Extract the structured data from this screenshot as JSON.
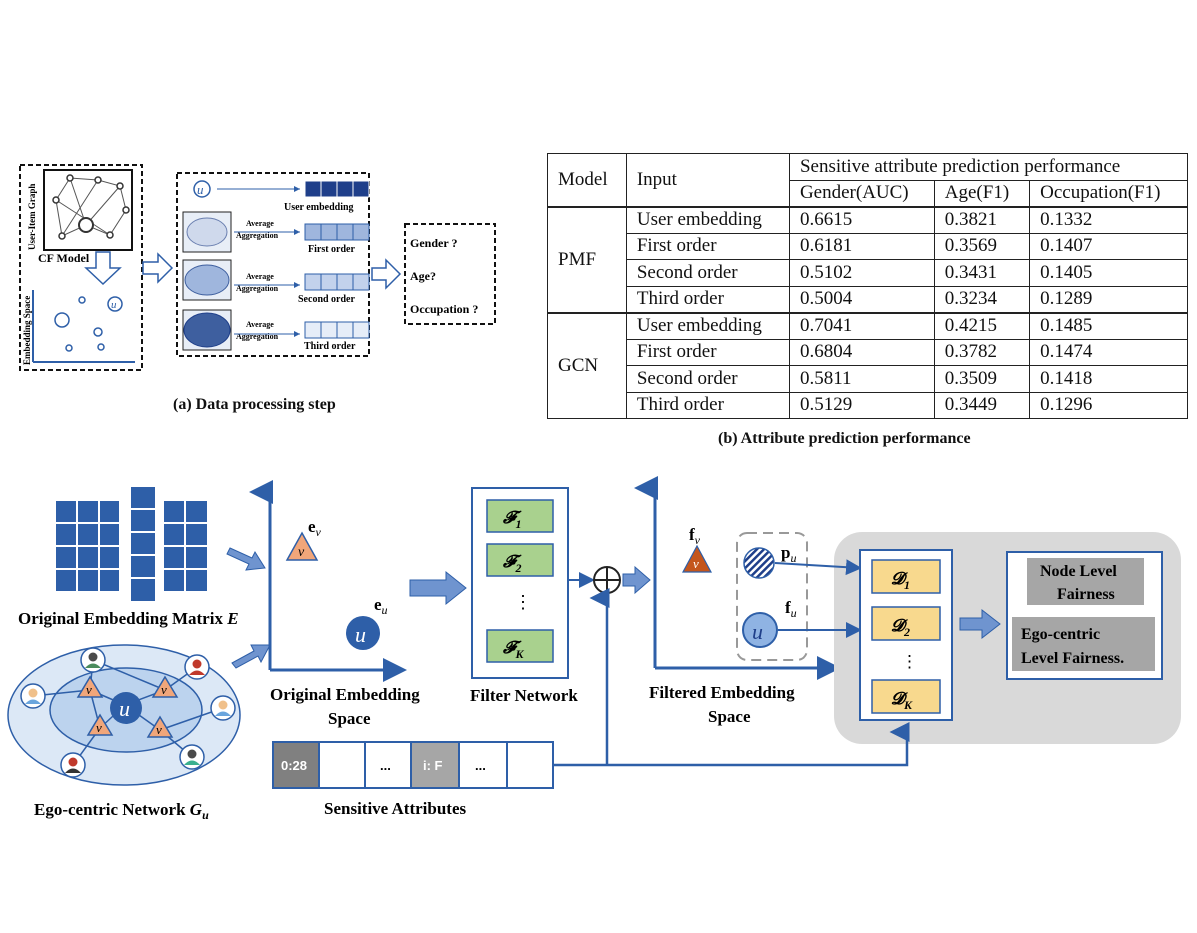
{
  "panel_a": {
    "caption": "(a) Data processing step",
    "user_item_graph": "User-Item Graph",
    "cf_model": "CF Model",
    "embedding_space": "Embedding Space",
    "node_u": "u",
    "user_embedding": "User embedding",
    "average": "Average",
    "aggregation": "Aggregation",
    "first_order": "First order",
    "second_order": "Second order",
    "third_order": "Third order",
    "questions": [
      "Gender ?",
      "Age?",
      "Occupation ?"
    ]
  },
  "panel_b": {
    "caption": "(b) Attribute prediction performance",
    "header_model": "Model",
    "header_input": "Input",
    "header_group": "Sensitive attribute prediction performance",
    "columns": [
      "Gender(AUC)",
      "Age(F1)",
      "Occupation(F1)"
    ],
    "groups": [
      {
        "model": "PMF",
        "rows": [
          {
            "input": "User embedding",
            "values": [
              "0.6615",
              "0.3821",
              "0.1332"
            ]
          },
          {
            "input": "First order",
            "values": [
              "0.6181",
              "0.3569",
              "0.1407"
            ]
          },
          {
            "input": "Second order",
            "values": [
              "0.5102",
              "0.3431",
              "0.1405"
            ]
          },
          {
            "input": "Third order",
            "values": [
              "0.5004",
              "0.3234",
              "0.1289"
            ]
          }
        ]
      },
      {
        "model": "GCN",
        "rows": [
          {
            "input": "User embedding",
            "values": [
              "0.7041",
              "0.4215",
              "0.1485"
            ]
          },
          {
            "input": "First order",
            "values": [
              "0.6804",
              "0.3782",
              "0.1474"
            ]
          },
          {
            "input": "Second order",
            "values": [
              "0.5811",
              "0.3509",
              "0.1418"
            ]
          },
          {
            "input": "Third order",
            "values": [
              "0.5129",
              "0.3449",
              "0.1296"
            ]
          }
        ]
      }
    ]
  },
  "framework": {
    "original_matrix_label": "Original Embedding Matrix",
    "matrix_symbol": "E",
    "ego_network_label": "Ego-centric Network",
    "ego_symbol": "G",
    "ego_sub": "u",
    "node_u": "u",
    "node_v": "v",
    "emb_e": "e",
    "sub_v": "v",
    "sub_u": "u",
    "orig_space_line1": "Original Embedding",
    "orig_space_line2": "Space",
    "filter_network": "Filter Network",
    "filters": [
      "𝓕",
      "𝓕",
      "𝓕"
    ],
    "filter_subs": [
      "1",
      "2",
      "K"
    ],
    "ellipsis": "⋮",
    "filtered_f": "f",
    "filtered_p": "p",
    "filtered_space_line1": "Filtered Embedding",
    "filtered_space_line2": "Space",
    "discriminators": [
      "𝓓",
      "𝓓",
      "𝓓"
    ],
    "disc_subs": [
      "1",
      "2",
      "K"
    ],
    "node_fair_line1": "Node Level",
    "node_fair_line2": "Fairness",
    "ego_fair_line1": "Ego-centric",
    "ego_fair_line2": "Level Fairness.",
    "sensitive_cells": [
      "0:28",
      "",
      "...",
      "i: F",
      "...",
      ""
    ],
    "sensitive_label": "Sensitive  Attributes"
  },
  "colors": {
    "blue_dark": "#2e5fa8",
    "blue_mid": "#4a7cc4",
    "blue_light": "#cfe0f3",
    "orange": "#f1a67a",
    "orange_dark": "#c4561d",
    "green": "#a9d18e",
    "yellow": "#f8d98e",
    "grey_box": "#d9d9d9",
    "grey_dark": "#7f7f7f"
  }
}
